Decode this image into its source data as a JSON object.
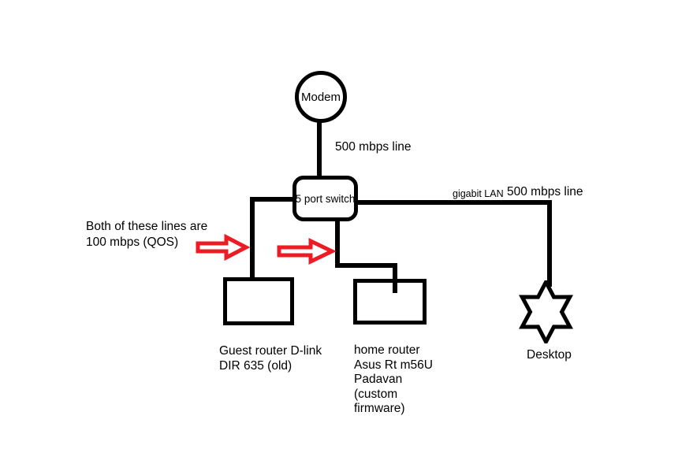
{
  "canvas": {
    "background": "#ffffff",
    "ink_color": "#000000",
    "arrow_color": "#ed1c24"
  },
  "nodes": {
    "modem": {
      "label": "Modem"
    },
    "switch": {
      "label": "5 port switch"
    },
    "guest_router": {
      "label": [
        "Guest router D-link",
        "DIR 635 (old)"
      ]
    },
    "home_router": {
      "label": [
        "home router",
        "Asus Rt m56U",
        "Padavan",
        "(custom",
        "firmware)"
      ]
    },
    "desktop": {
      "label": "Desktop"
    }
  },
  "links": {
    "modem_to_switch": {
      "label": "500 mbps line"
    },
    "switch_to_desktop": {
      "label_small": "gigabit LAN",
      "label": "500 mbps line"
    }
  },
  "note": {
    "lines": [
      "Both of these lines are",
      "100 mbps (QOS)"
    ]
  }
}
